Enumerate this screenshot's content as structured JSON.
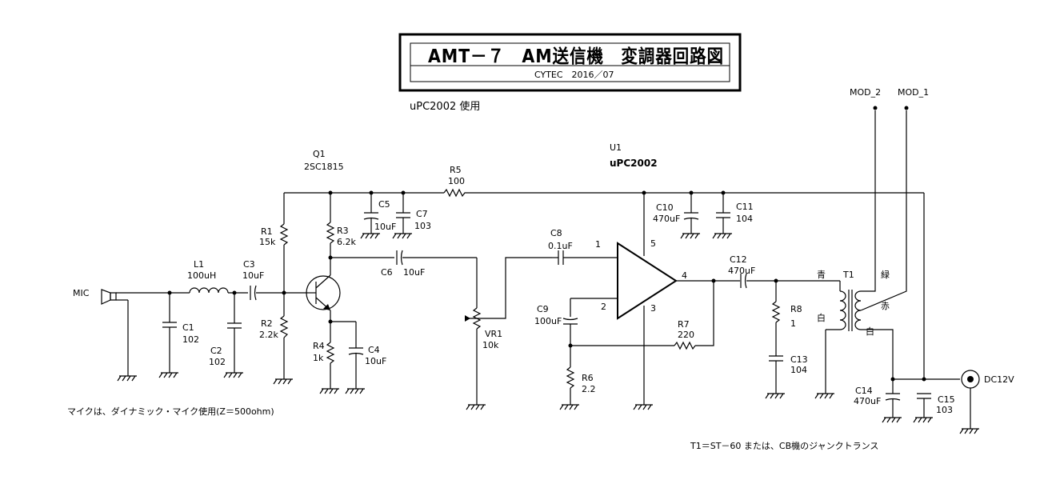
{
  "title": {
    "main": "AMT－７　AM送信機　変調器回路図",
    "sub": "CYTEC　2016／07"
  },
  "note_top": "uPC2002 使用",
  "note_mic": "マイクは、ダイナミック・マイク使用(Z＝500ohm)",
  "note_t1": "T1＝ST－60 または、CB機のジャンクトランス",
  "mic": "MIC",
  "dc": "DC12V",
  "mod2": "MOD_2",
  "mod1": "MOD_1",
  "q1": {
    "ref": "Q1",
    "val": "2SC1815"
  },
  "u1": {
    "ref": "U1",
    "val": "uPC2002"
  },
  "pins": {
    "p1": "1",
    "p2": "2",
    "p3": "3",
    "p4": "4",
    "p5": "5"
  },
  "l1": {
    "ref": "L1",
    "val": "100uH"
  },
  "c1": {
    "ref": "C1",
    "val": "102"
  },
  "c2": {
    "ref": "C2",
    "val": "102"
  },
  "c3": {
    "ref": "C3",
    "val": "10uF"
  },
  "c4": {
    "ref": "C4",
    "val": "10uF"
  },
  "c5": {
    "ref": "C5",
    "val": "10uF"
  },
  "c6": {
    "ref": "C6",
    "val": "10uF"
  },
  "c7": {
    "ref": "C7",
    "val": "103"
  },
  "c8": {
    "ref": "C8",
    "val": "0.1uF"
  },
  "c9": {
    "ref": "C9",
    "val": "100uF"
  },
  "c10": {
    "ref": "C10",
    "val": "470uF"
  },
  "c11": {
    "ref": "C11",
    "val": "104"
  },
  "c12": {
    "ref": "C12",
    "val": "470uF"
  },
  "c13": {
    "ref": "C13",
    "val": "104"
  },
  "c14": {
    "ref": "C14",
    "val": "470uF"
  },
  "c15": {
    "ref": "C15",
    "val": "103"
  },
  "r1": {
    "ref": "R1",
    "val": "15k"
  },
  "r2": {
    "ref": "R2",
    "val": "2.2k"
  },
  "r3": {
    "ref": "R3",
    "val": "6.2k"
  },
  "r4": {
    "ref": "R4",
    "val": "1k"
  },
  "r5": {
    "ref": "R5",
    "val": "100"
  },
  "r6": {
    "ref": "R6",
    "val": "2.2"
  },
  "r7": {
    "ref": "R7",
    "val": "220"
  },
  "r8": {
    "ref": "R8",
    "val": "1"
  },
  "vr1": {
    "ref": "VR1",
    "val": "10k"
  },
  "t1": {
    "ref": "T1",
    "blue": "青",
    "white1": "白",
    "green": "緑",
    "red": "赤",
    "white2": "白"
  }
}
